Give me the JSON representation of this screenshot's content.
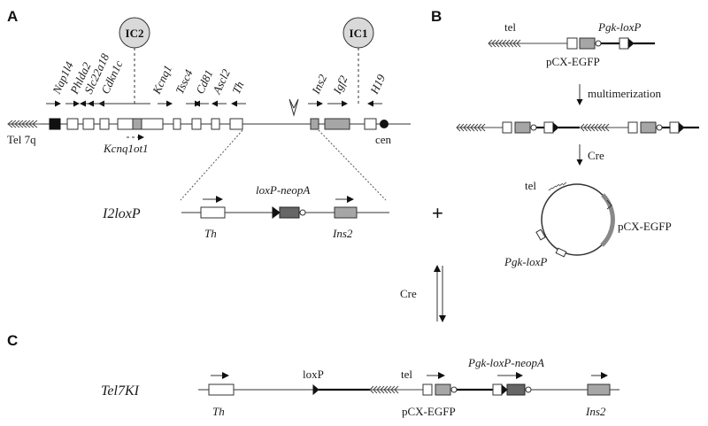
{
  "panels": {
    "a": "A",
    "b": "B",
    "c": "C"
  },
  "panelA": {
    "imprinting_centers": [
      "IC2",
      "IC1"
    ],
    "genes": [
      "Nap1l4",
      "Phlda2",
      "Slc22a18",
      "Cdkn1c",
      "Kcnq1",
      "Tssc4",
      "Cd81",
      "Ascl2",
      "Th",
      "Ins2",
      "Igf2",
      "H19"
    ],
    "kcnq1ot1": "Kcnq1ot1",
    "tel_label": "Tel 7q",
    "cen_label": "cen",
    "construct_name": "I2loxP",
    "construct_left": "Th",
    "construct_right": "Ins2",
    "cassette": "loxP-neopA"
  },
  "panelB": {
    "tel": "tel",
    "pgk_loxp_top": "Pgk-loxP",
    "pcx_egfp_top": "pCX-EGFP",
    "step1": "multimerization",
    "step2": "Cre",
    "circle_tel": "tel",
    "circle_pcx": "pCX-EGFP",
    "circle_pgk": "Pgk-loxP",
    "plus": "+"
  },
  "cre_middle": "Cre",
  "panelC": {
    "name": "Tel7KI",
    "th": "Th",
    "loxp": "loxP",
    "tel": "tel",
    "cassette": "Pgk-loxP-neopA",
    "pcx_egfp": "pCX-EGFP",
    "ins2": "Ins2"
  },
  "colors": {
    "grey_box": "#a6a6a6",
    "dark_box": "#666666",
    "black": "#111111"
  }
}
